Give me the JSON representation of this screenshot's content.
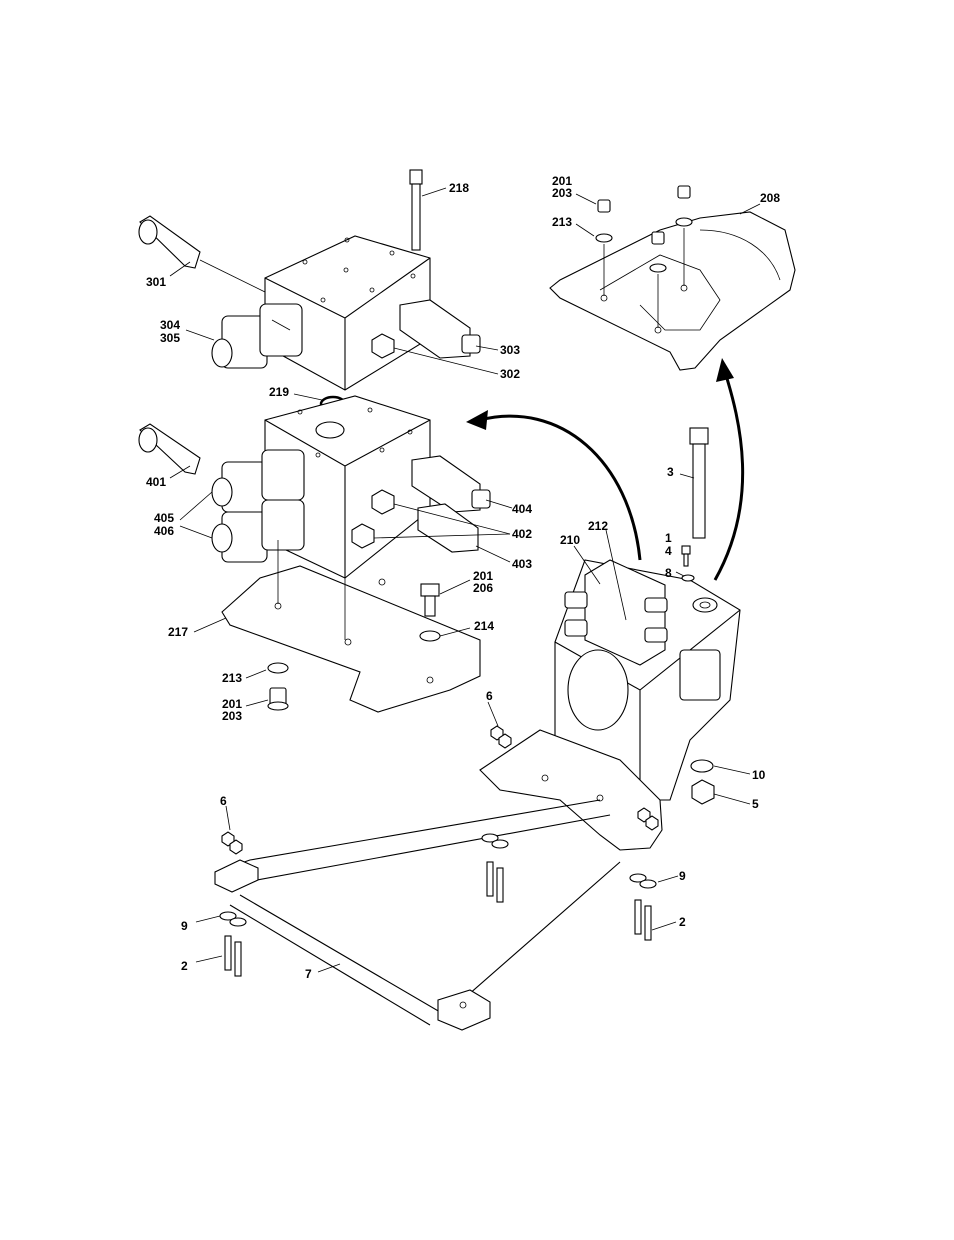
{
  "labels": {
    "l218": "218",
    "l301": "301",
    "l304": "304",
    "l305": "305",
    "l303": "303",
    "l302": "302",
    "l219": "219",
    "l401": "401",
    "l404": "404",
    "l405": "405",
    "l406": "406",
    "l402": "402",
    "l403": "403",
    "l201a": "201",
    "l206": "206",
    "l217": "217",
    "l214": "214",
    "l213a": "213",
    "l201b": "201",
    "l203b": "203",
    "l201c": "201",
    "l203c": "203",
    "l213c": "213",
    "l208": "208",
    "l3": "3",
    "l212": "212",
    "l210": "210",
    "l1": "1",
    "l4": "4",
    "l8": "8",
    "l6a": "6",
    "l10": "10",
    "l5": "5",
    "l6b": "6",
    "l9a": "9",
    "l2a": "2",
    "l9b": "9",
    "l2b": "2",
    "l7": "7"
  }
}
